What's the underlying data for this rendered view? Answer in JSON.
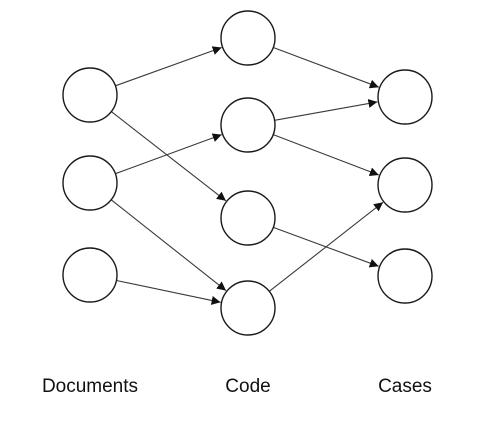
{
  "columns": [
    {
      "id": "documents",
      "label": "Documents",
      "nodes": [
        "d1",
        "d2",
        "d3"
      ]
    },
    {
      "id": "code",
      "label": "Code",
      "nodes": [
        "c1",
        "c2",
        "c3",
        "c4"
      ]
    },
    {
      "id": "cases",
      "label": "Cases",
      "nodes": [
        "k1",
        "k2",
        "k3"
      ]
    }
  ],
  "edges": [
    {
      "from": "d1",
      "to": "c1"
    },
    {
      "from": "d1",
      "to": "c3"
    },
    {
      "from": "d2",
      "to": "c2"
    },
    {
      "from": "d2",
      "to": "c4"
    },
    {
      "from": "d3",
      "to": "c4"
    },
    {
      "from": "c1",
      "to": "k1"
    },
    {
      "from": "c2",
      "to": "k1"
    },
    {
      "from": "c2",
      "to": "k2"
    },
    {
      "from": "c3",
      "to": "k3"
    },
    {
      "from": "c4",
      "to": "k2"
    }
  ],
  "colors": {
    "node_stroke": "#1a1a1a",
    "edge_stroke": "#3a3a3a",
    "background": "#ffffff"
  }
}
